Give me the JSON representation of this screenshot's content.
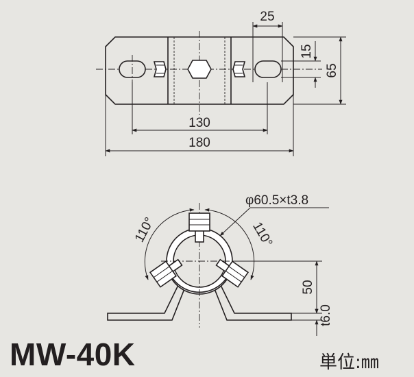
{
  "top_view": {
    "dim_slot_pitch": "25",
    "dim_slot_width": "15",
    "dim_height": "65",
    "dim_bolt_span": "130",
    "dim_overall_length": "180"
  },
  "front_view": {
    "pipe_spec": "φ60.5×t3.8",
    "angle_left": "110°",
    "angle_right": "110°",
    "dim_height": "50",
    "dim_thickness": "t6.0"
  },
  "footer": {
    "model_name": "MW-40K",
    "unit_label": "単位:㎜"
  }
}
